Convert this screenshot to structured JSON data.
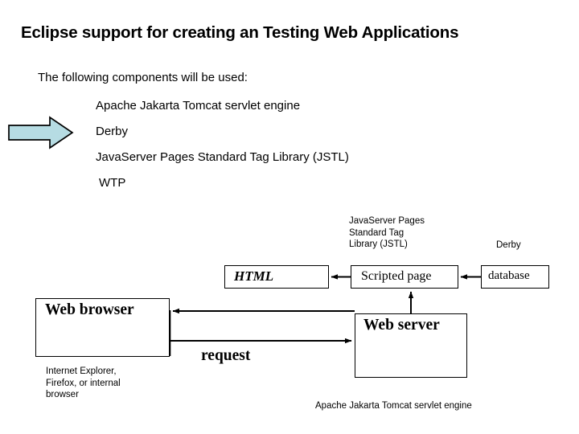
{
  "slide": {
    "title": "Eclipse support for creating an Testing Web Applications",
    "lead": "The following components will be used:",
    "components": [
      "Apache Jakarta Tomcat servlet engine",
      "Derby",
      "JavaServer Pages Standard Tag Library (JSTL)",
      "WTP"
    ],
    "callout_icon": "right-arrow-callout",
    "callout_fill": "#b6dce3",
    "callout_stroke": "#000000"
  },
  "diagram": {
    "boxes": {
      "html": "HTML",
      "scripted_page": "Scripted page",
      "database": "database",
      "web_browser": "Web browser",
      "web_server": "Web server"
    },
    "annotations": {
      "jstl": "JavaServer Pages\nStandard Tag\nLibrary (JSTL)",
      "derby": "Derby",
      "browsers": "Internet Explorer,\nFirefox, or internal\nbrowser",
      "tomcat": "Apache Jakarta Tomcat servlet engine",
      "request": "request"
    },
    "connectors": [
      {
        "name": "scripted-to-html",
        "direction": "left"
      },
      {
        "name": "database-to-scripted",
        "direction": "left"
      },
      {
        "name": "webserver-to-scripted",
        "direction": "up"
      },
      {
        "name": "webserver-to-webbrowser-response",
        "direction": "left"
      },
      {
        "name": "webbrowser-to-webserver-request",
        "direction": "right"
      }
    ],
    "line_color": "#000000",
    "background": "#ffffff"
  }
}
